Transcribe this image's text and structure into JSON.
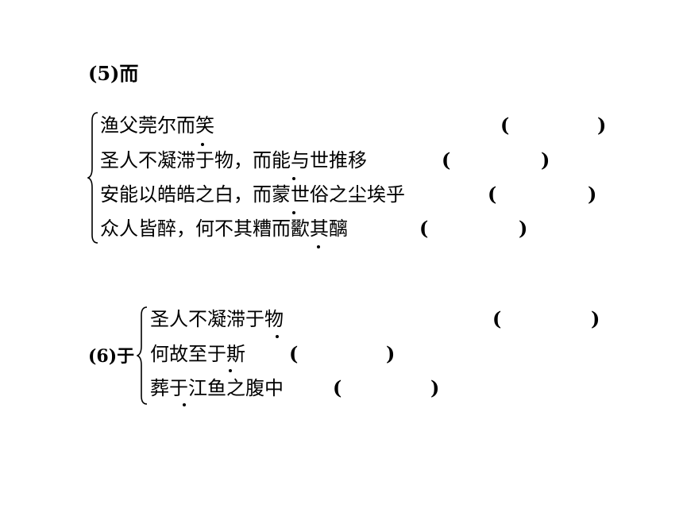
{
  "section5": {
    "label": "(5)而",
    "items": [
      {
        "text": "渔父莞尔而笑",
        "open": "(",
        "close": ")"
      },
      {
        "text": "圣人不凝滞于物，而能与世推移",
        "open": "(",
        "close": ")"
      },
      {
        "text": "安能以皓皓之白，而蒙世俗之尘埃乎",
        "open": "(",
        "close": ")"
      },
      {
        "text": "众人皆醉，何不其糟而歠其醨",
        "open": "(",
        "close": ")"
      }
    ]
  },
  "section6": {
    "label": "(6)于",
    "items": [
      {
        "text": "圣人不凝滞于物",
        "open": "(",
        "close": ")"
      },
      {
        "text": "何故至于斯",
        "open": "(",
        "close": ")"
      },
      {
        "text": "葬于江鱼之腹中",
        "open": "(",
        "close": ")"
      }
    ]
  },
  "colors": {
    "text": "#000000",
    "background": "#ffffff"
  }
}
